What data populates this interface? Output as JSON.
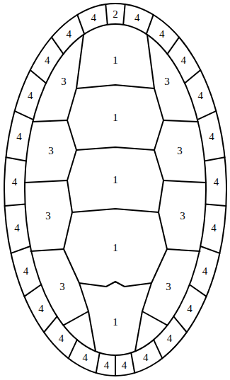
{
  "diagram": {
    "labels": [
      "2",
      "4",
      "4",
      "4",
      "4",
      "4",
      "4",
      "4",
      "4",
      "4",
      "4",
      "4",
      "4",
      "4",
      "4",
      "4",
      "4",
      "4",
      "4",
      "4",
      "4",
      "4",
      "4",
      "4",
      "4",
      "1",
      "1",
      "1",
      "1",
      "1",
      "3",
      "3",
      "3",
      "3",
      "3",
      "3",
      "3",
      "3"
    ]
  }
}
